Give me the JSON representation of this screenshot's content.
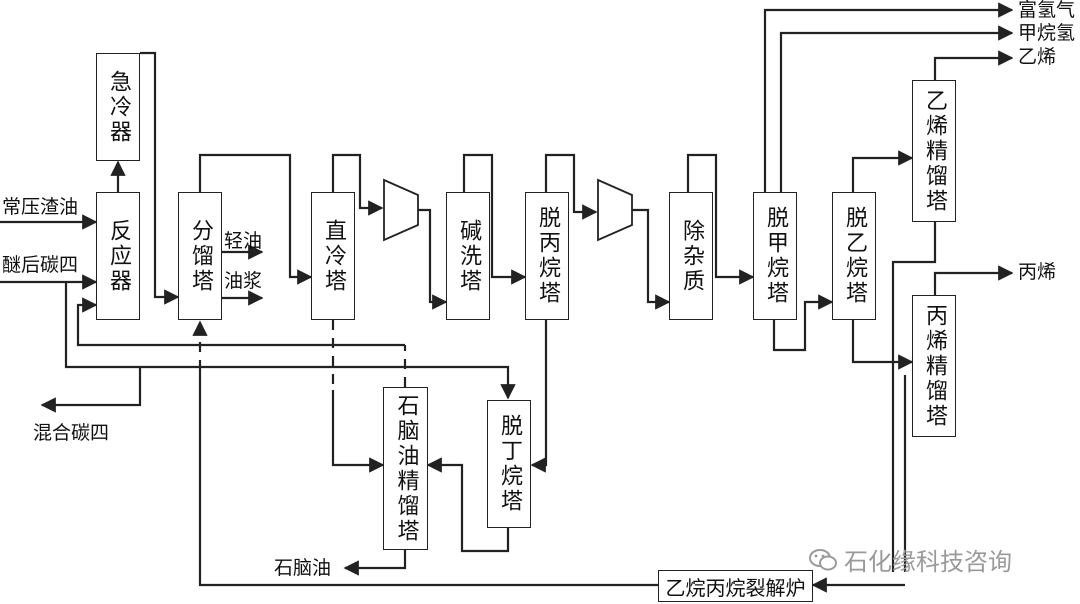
{
  "units": {
    "quench": "急冷器",
    "reactor": "反应器",
    "fractionator": "分馏塔",
    "direct_cooler": "直冷塔",
    "caustic_wash": "碱洗塔",
    "depropanizer": "脱丙烷塔",
    "impurity_removal": "除杂质",
    "demethanizer": "脱甲烷塔",
    "deethanizer": "脱乙烷塔",
    "ethylene_column": "乙烯精馏塔",
    "propylene_column": "丙烯精馏塔",
    "naphtha_column": "石脑油精馏塔",
    "debutanizer": "脱丁烷塔",
    "cracking_furnace": "乙烷丙烷裂解炉"
  },
  "streams": {
    "atm_residue": "常压渣油",
    "post_ether_c4": "醚后碳四",
    "light_oil": "轻油",
    "slurry_oil": "油浆",
    "mixed_c4": "混合碳四",
    "naphtha": "石脑油",
    "rich_hydrogen": "富氢气",
    "methane_hydrogen": "甲烷氢",
    "ethylene": "乙烯",
    "propylene": "丙烯"
  },
  "watermark": "石化缘科技咨询",
  "colors": {
    "line": "#222222",
    "watermark": "#9a9a9a"
  }
}
